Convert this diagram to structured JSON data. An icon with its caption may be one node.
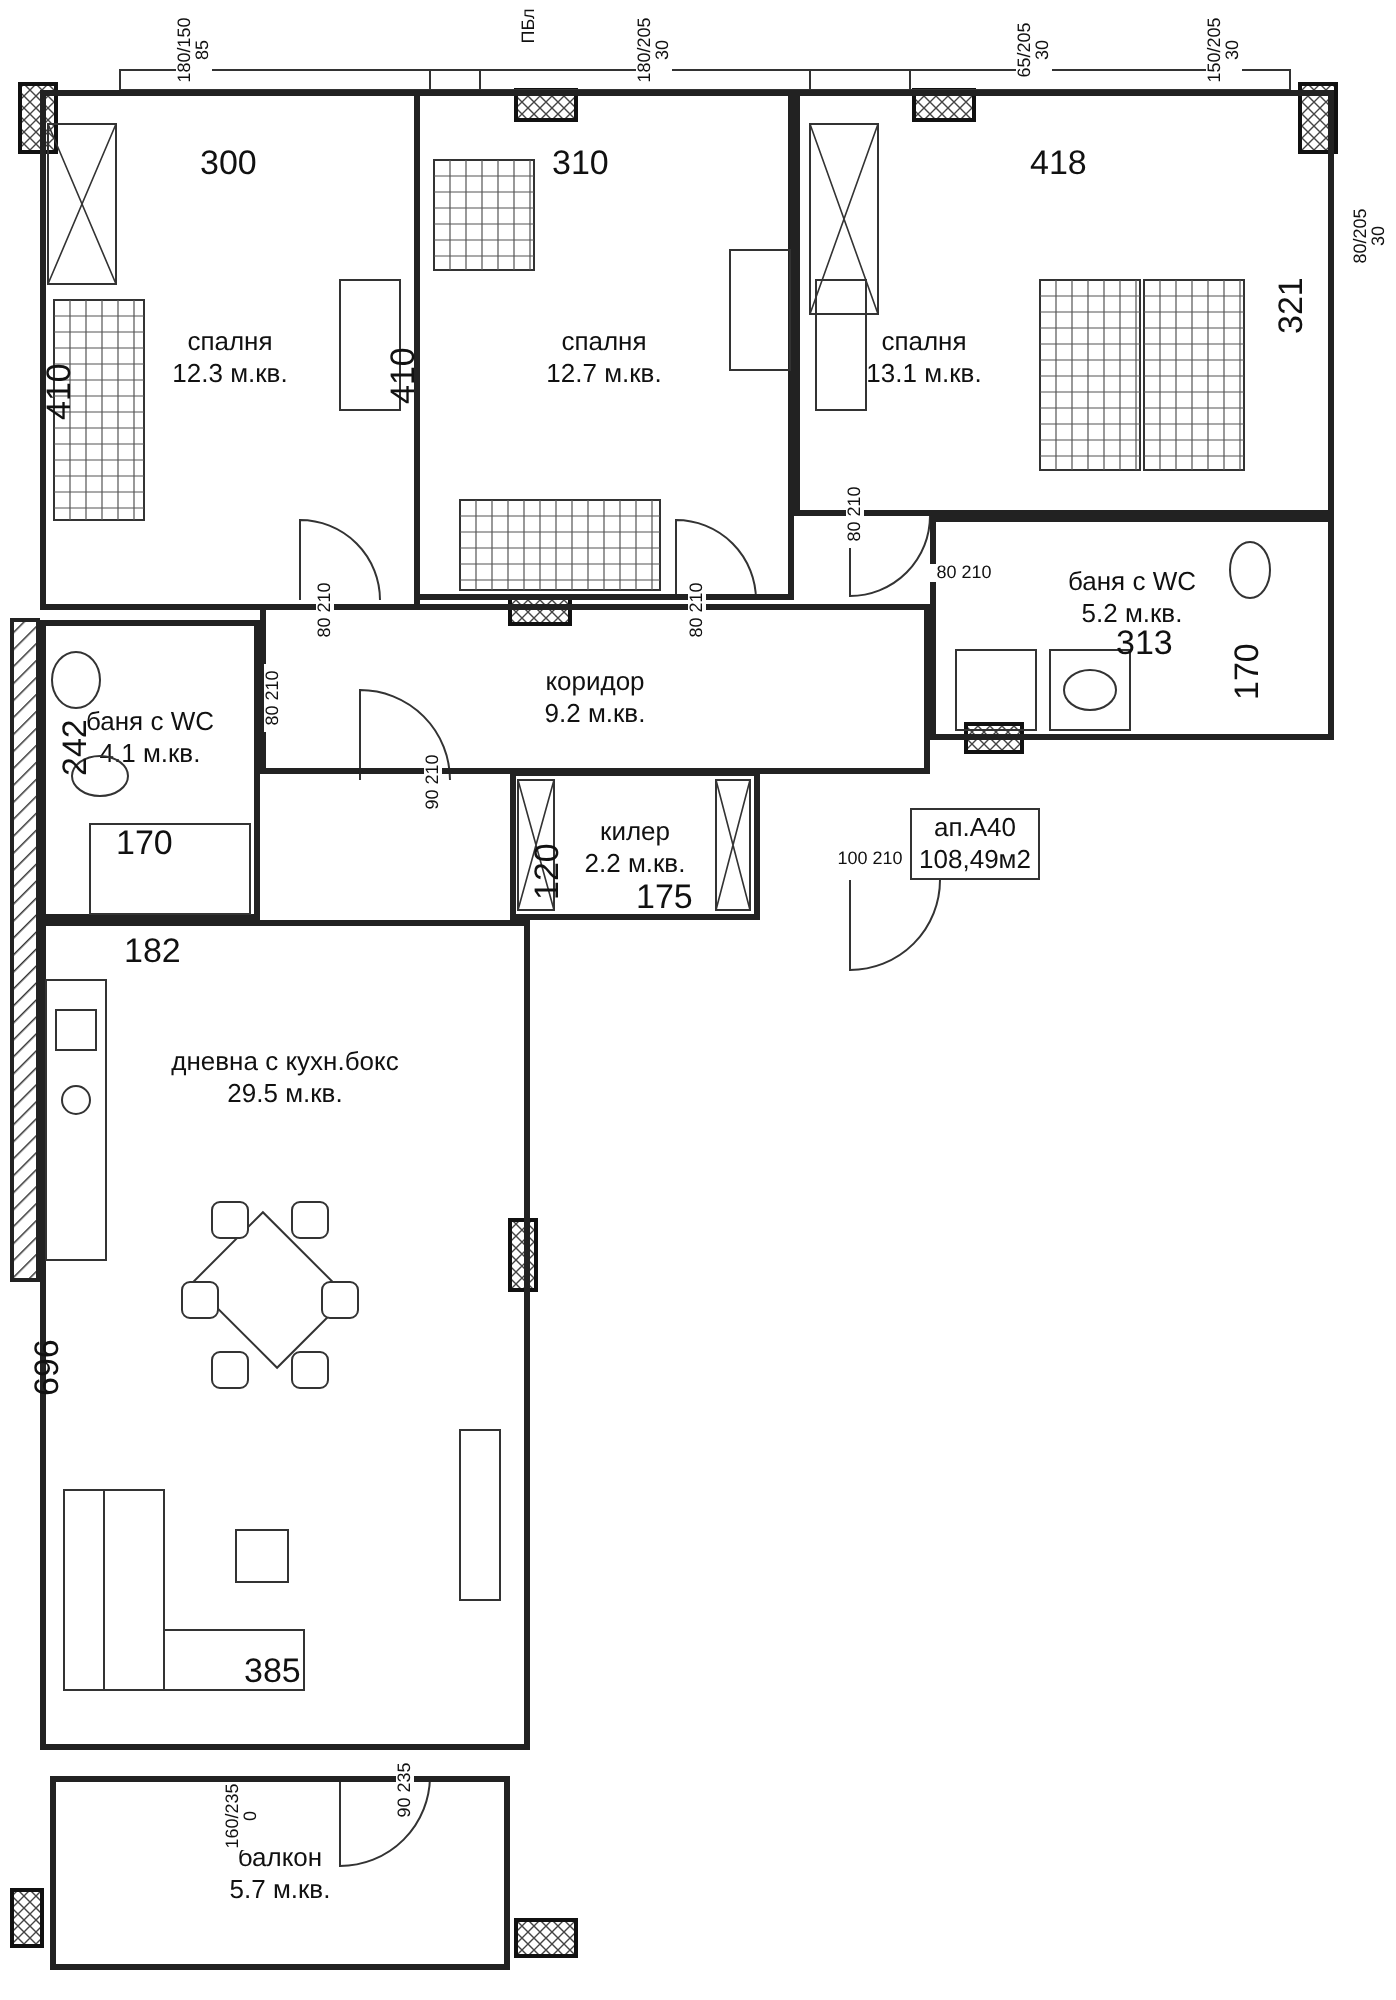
{
  "diagram": {
    "nodes": [
      {
        "text": [
          "спалня",
          "12.3 м.кв."
        ]
      },
      {
        "text": [
          "спалня",
          "12.7 м.кв."
        ]
      },
      {
        "text": [
          "спалня",
          "13.1 м.кв."
        ]
      },
      {
        "text": [
          "баня с WC",
          "5.2 м.кв."
        ]
      },
      {
        "text": [
          "коридор",
          "9.2 м.кв."
        ]
      },
      {
        "text": [
          "баня с WC",
          "4.1 м.кв."
        ]
      },
      {
        "text": [
          "килер",
          "2.2 м.кв."
        ]
      },
      {
        "text": [
          "ап.А40",
          "108,49м2"
        ]
      },
      {
        "text": [
          "дневна с кухн.бокс",
          "29.5 м.кв."
        ]
      },
      {
        "text": [
          "балкон",
          "5.7 м.кв."
        ]
      }
    ],
    "labels": [
      "ПБл",
      "180/150 85",
      "180/205 30",
      "65/205 30",
      "150/205 30",
      "300",
      "310",
      "418",
      "80/205 30",
      "321",
      "410",
      "410",
      "80 210",
      "80 210",
      "80 210",
      "80 210",
      "170",
      "313",
      "80 210",
      "242",
      "90 210",
      "120",
      "170",
      "100 210",
      "175",
      "182",
      "696",
      "385",
      "160/235 0",
      "90 235"
    ]
  }
}
